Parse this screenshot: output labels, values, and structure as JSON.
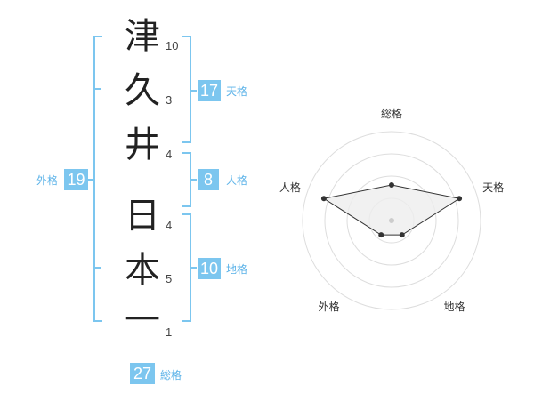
{
  "name": {
    "chars": [
      {
        "char": "津",
        "strokes": "10"
      },
      {
        "char": "久",
        "strokes": "3"
      },
      {
        "char": "井",
        "strokes": "4"
      },
      {
        "char": "日",
        "strokes": "4"
      },
      {
        "char": "本",
        "strokes": "5"
      },
      {
        "char": "一",
        "strokes": "1"
      }
    ]
  },
  "kakusu": {
    "tenkaku": {
      "value": "17",
      "label": "天格"
    },
    "jinkaku": {
      "value": "8",
      "label": "人格"
    },
    "chikaku": {
      "value": "10",
      "label": "地格"
    },
    "gaikaku": {
      "value": "19",
      "label": "外格"
    },
    "soukaku": {
      "value": "27",
      "label": "総格"
    }
  },
  "chart_data": {
    "type": "radar",
    "axes": [
      "総格",
      "天格",
      "地格",
      "外格",
      "人格"
    ],
    "max": 5,
    "rings": 4,
    "values": [
      2,
      4,
      1,
      1,
      4
    ]
  },
  "colors": {
    "accent": "#7cc6ef",
    "label_blue": "#5ab2e8",
    "radar_fill": "#eeeeee",
    "radar_line": "#333333"
  }
}
